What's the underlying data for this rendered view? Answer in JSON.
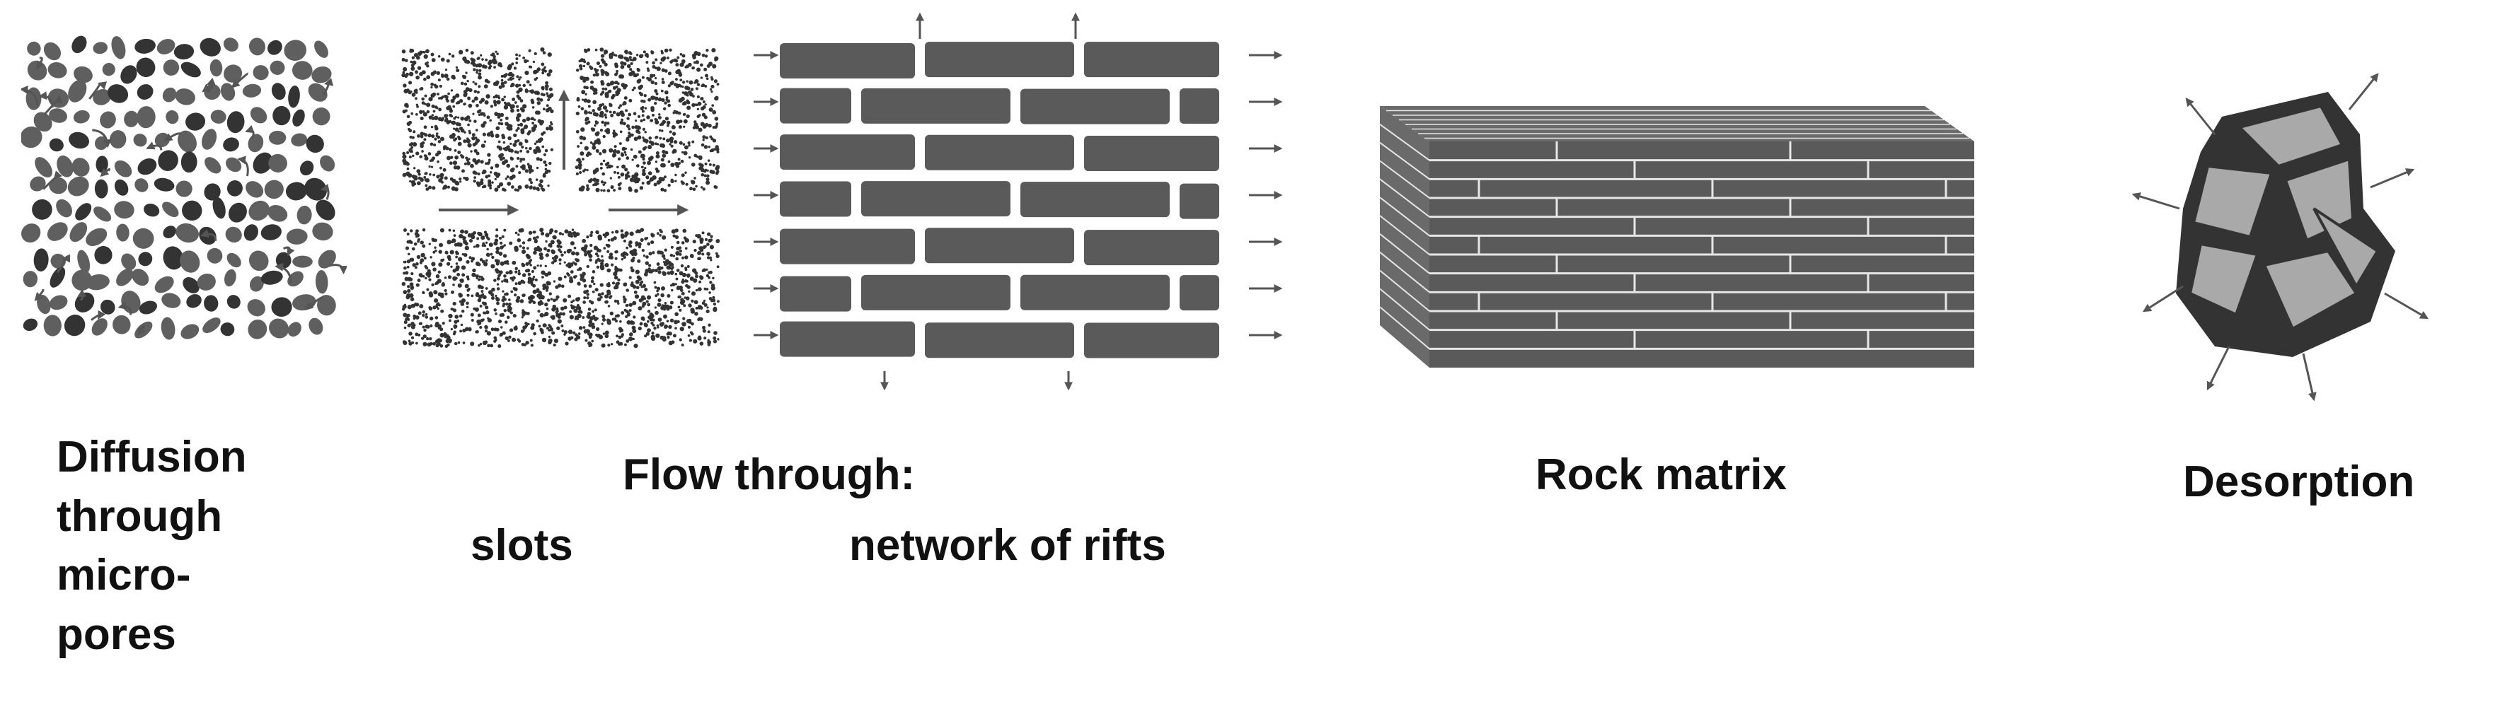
{
  "colors": {
    "grain_fill": "#5f5f5f",
    "grain_dark": "#333333",
    "speckle_bg": "#ffffff",
    "brick_fill": "#5a5a5a",
    "brick_side": "#6a6a6a",
    "face_light": "#e6e6e6",
    "arrow": "#555555",
    "text": "#111111",
    "background": "#ffffff"
  },
  "panels": {
    "micropores": {
      "icon": "micropore-grains-icon",
      "label_lines": [
        "Diffusion",
        "through",
        "micro-",
        "pores"
      ]
    },
    "flow": {
      "heading": "Flow through:",
      "slots": {
        "icon": "slot-flow-icon",
        "label": "slots"
      },
      "rifts": {
        "icon": "rift-network-icon",
        "label": "network of rifts"
      }
    },
    "rock_matrix": {
      "icon": "rock-block-icon",
      "label": "Rock matrix"
    },
    "desorption": {
      "icon": "rock-fragment-icon",
      "label": "Desorption"
    }
  }
}
